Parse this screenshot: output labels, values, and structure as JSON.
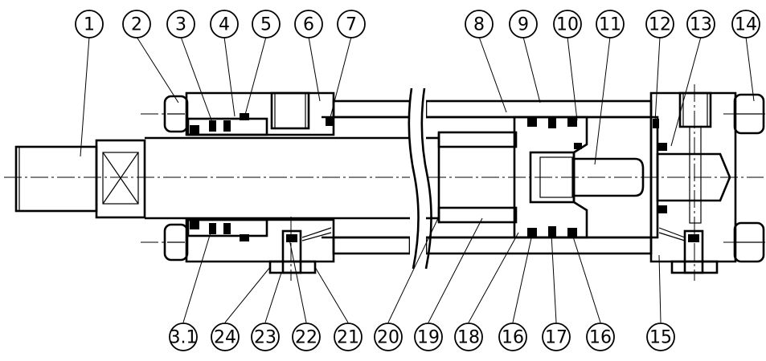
{
  "diagram": {
    "top_callouts": [
      "1",
      "2",
      "3",
      "4",
      "5",
      "6",
      "7",
      "8",
      "9",
      "10",
      "11",
      "12",
      "13",
      "14"
    ],
    "bottom_callouts": [
      "3.1",
      "24",
      "23",
      "22",
      "21",
      "20",
      "19",
      "18",
      "16",
      "17",
      "16",
      "15"
    ]
  }
}
